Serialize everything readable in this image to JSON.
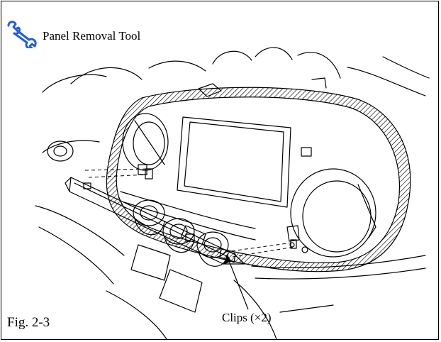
{
  "tool_note": {
    "icon": "wrench-icon",
    "label": "Panel Removal Tool"
  },
  "callout": {
    "label": "Clips (×2)"
  },
  "figure": {
    "label": "Fig. 2-3"
  },
  "colors": {
    "ink": "#000000",
    "tool_icon": "#1f5fd6",
    "background": "#ffffff"
  }
}
